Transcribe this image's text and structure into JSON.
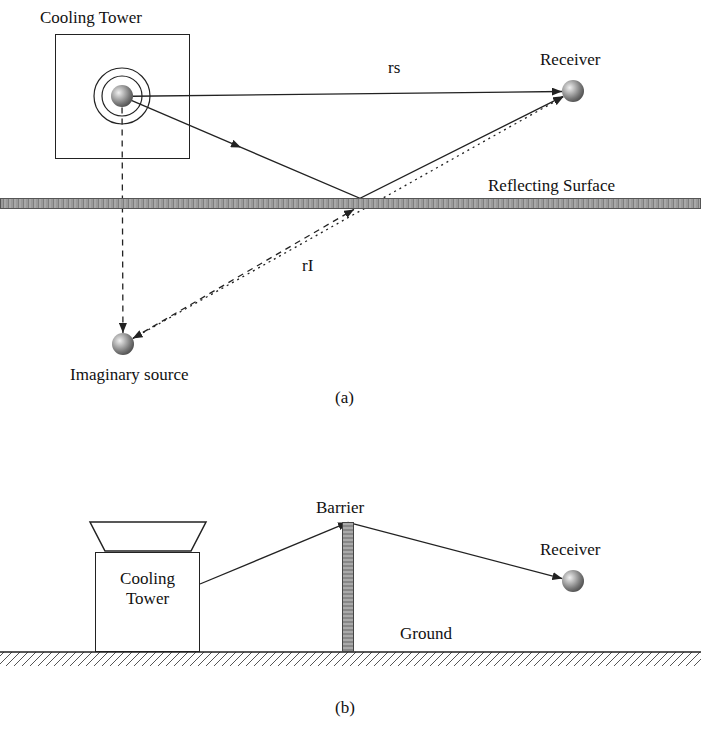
{
  "diagram": {
    "nodes": [
      {
        "text": [
          "Cooling Tower"
        ]
      },
      {
        "text": [
          "Receiver"
        ]
      },
      {
        "text": [
          "Reflecting Surface"
        ]
      },
      {
        "text": [
          "Imaginary source"
        ]
      },
      {
        "text": [
          "Cooling Tower"
        ]
      },
      {
        "text": [
          "Barrier"
        ]
      },
      {
        "text": [
          "Receiver"
        ]
      }
    ],
    "edges": [
      {
        "from": 0,
        "to": 1,
        "arrow": "to",
        "label": "rs"
      },
      {
        "from": 0,
        "to": 3,
        "arrow": "to"
      },
      {
        "from": 3,
        "to": 1,
        "arrow": "both",
        "label": "rI"
      },
      {
        "from": 4,
        "to": 5,
        "arrow": "to"
      },
      {
        "from": 5,
        "to": 6,
        "arrow": "to"
      }
    ],
    "labels": [
      "(a)",
      "Ground",
      "(b)"
    ]
  }
}
